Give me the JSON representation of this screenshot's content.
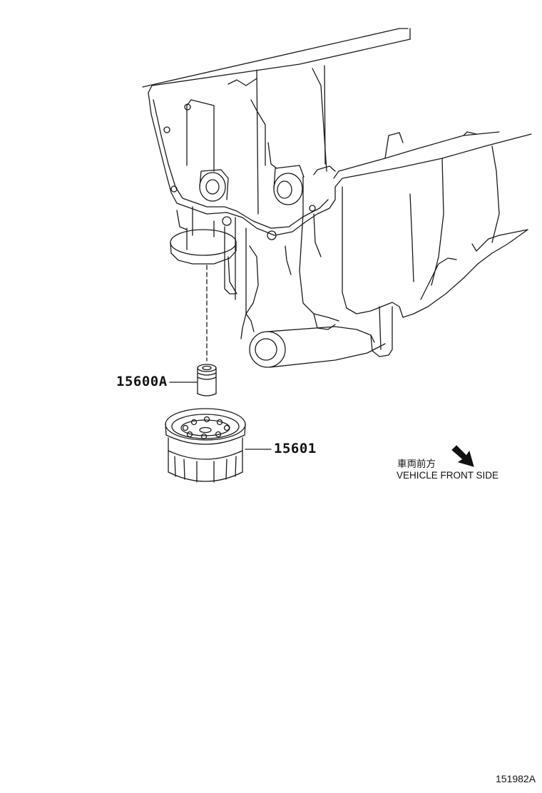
{
  "parts": [
    {
      "number": "15600A",
      "component": "oil-filter-union-bolt"
    },
    {
      "number": "15601",
      "component": "oil-filter"
    }
  ],
  "direction": {
    "label_jp": "車両前方",
    "label_en": "VEHICLE FRONT SIDE",
    "icon": "front-direction-arrow-icon"
  },
  "figure_number": "151982A",
  "colors": {
    "line": "#1a1a1a",
    "background": "#ffffff"
  }
}
